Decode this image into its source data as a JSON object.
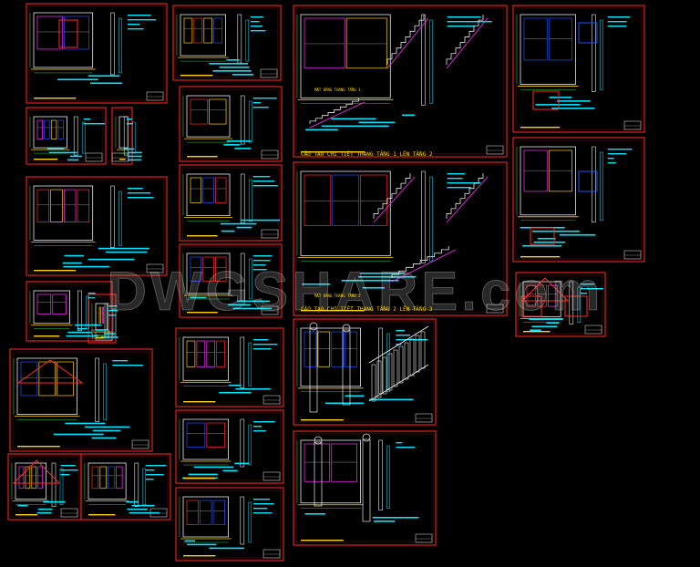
{
  "watermark": "DWGSHARE.com",
  "captions": {
    "stair_detail_1": "CẤU TẠO CHI TIẾT THANG TẦNG 1 LÊN TẦNG 2",
    "stair_detail_2": "CẤU TẠO CHI TIẾT THANG TẦNG 2 LÊN TẦNG 3",
    "plan_label": "MẶT BẰNG THANG TẦNG 1",
    "plan_label_2": "MẶT BẰNG THANG TẦNG 2"
  },
  "colors": {
    "frame": "#e02020",
    "cyan": "#00e5ff",
    "yellow": "#ffd400",
    "white": "#e8e8e8",
    "magenta": "#ff30ff",
    "blue": "#2050ff",
    "red": "#ff2a2a",
    "green": "#30ff60"
  }
}
